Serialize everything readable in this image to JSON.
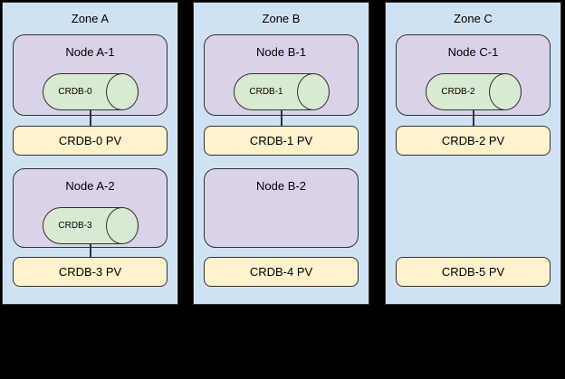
{
  "colors": {
    "background": "#000000",
    "zone_fill": "#cfe2f3",
    "node_fill": "#d9d2e9",
    "cylinder_fill": "#d9ead3",
    "pv_fill": "#fff2cc",
    "border": "#333333",
    "text": "#000000"
  },
  "zones": [
    {
      "label": "Zone A",
      "nodes": [
        {
          "label": "Node A-1",
          "cylinder": "CRDB-0",
          "pv": "CRDB-0 PV"
        },
        {
          "label": "Node A-2",
          "cylinder": "CRDB-3",
          "pv": "CRDB-3 PV"
        }
      ]
    },
    {
      "label": "Zone B",
      "nodes": [
        {
          "label": "Node B-1",
          "cylinder": "CRDB-1",
          "pv": "CRDB-1 PV"
        },
        {
          "label": "Node B-2",
          "cylinder": null,
          "pv": "CRDB-4 PV"
        }
      ]
    },
    {
      "label": "Zone C",
      "nodes": [
        {
          "label": "Node C-1",
          "cylinder": "CRDB-2",
          "pv": "CRDB-2 PV"
        },
        {
          "label": null,
          "cylinder": null,
          "pv": "CRDB-5 PV"
        }
      ]
    }
  ]
}
